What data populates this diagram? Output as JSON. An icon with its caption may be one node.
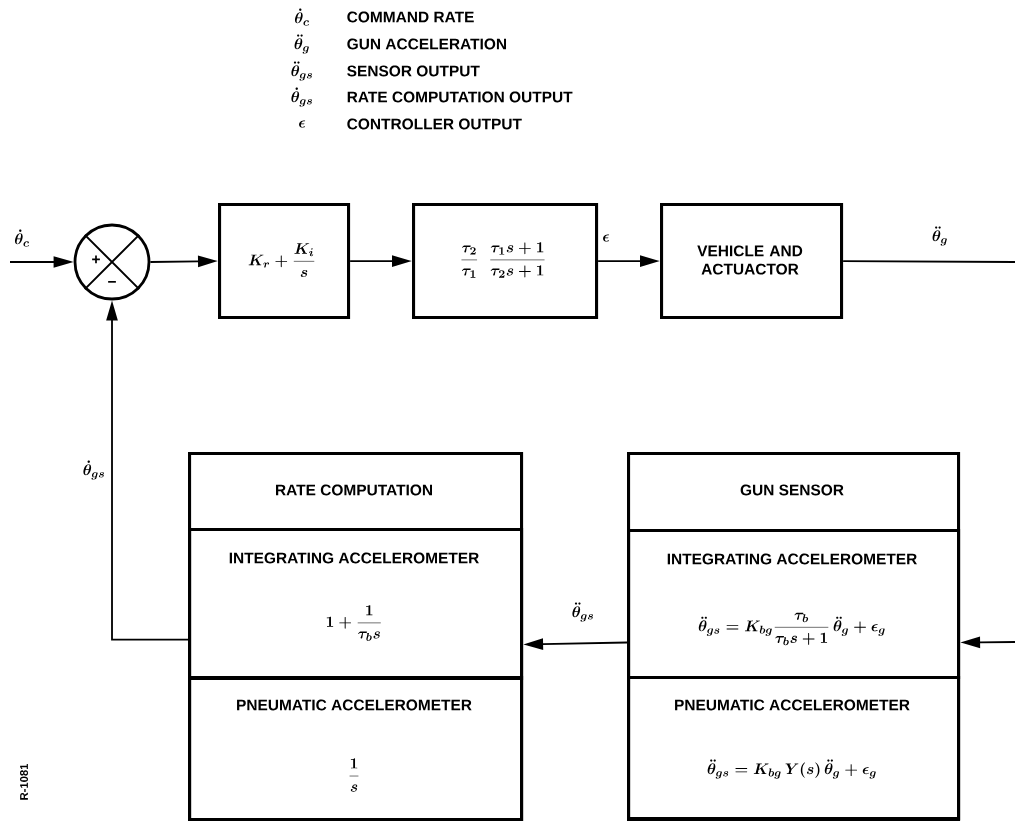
{
  "diagram": {
    "nodes": [
      {
        "text": [
          "+",
          "−"
        ]
      },
      {
        "text": [
          "K_r+\\frac{K_i}{s}"
        ]
      },
      {
        "text": [
          "\\frac{\\tau_2}{\\tau_1}\\;\\;\\frac{\\tau_1 s+1}{\\tau_2 s+1}"
        ]
      },
      {
        "text": [
          "VEHICLE AND ACTUACTOR"
        ]
      },
      {
        "text": [
          "RATE COMPUTATION"
        ]
      },
      {
        "text": [
          "INTEGRATING ACCELEROMETER",
          "1+\\frac{1}{\\tau_b s}"
        ],
        "in": 4
      },
      {
        "text": [
          "PNEUMATIC ACCELEROMETER",
          "\\frac{1}{s}"
        ],
        "in": 4
      },
      {
        "text": [
          "GUN SENSOR"
        ]
      },
      {
        "text": [
          "INTEGRATING ACCELEROMETER",
          "\\ddot{\\theta}_{gs}=K_{bg}\\frac{\\tau_b}{\\tau_b s+1}\\,\\ddot{\\theta}_g+\\epsilon_g"
        ],
        "in": 7
      },
      {
        "text": [
          "PNEUMATIC ACCELEROMETER",
          "\\ddot{\\theta}_{gs}=K_{bg}\\,Y(s)\\,\\ddot{\\theta}_g+\\epsilon_g"
        ],
        "in": 7
      }
    ],
    "edges": [
      {
        "from": null,
        "to": 0,
        "arrow": "to",
        "label": "\\dot{\\theta}_c"
      },
      {
        "from": 0,
        "to": 1,
        "arrow": "to"
      },
      {
        "from": 1,
        "to": 2,
        "arrow": "to"
      },
      {
        "from": 2,
        "to": 3,
        "arrow": "to",
        "label": "\\epsilon"
      },
      {
        "from": 3,
        "to": null,
        "arrow": "none",
        "label": "\\ddot{\\theta}_g"
      },
      {
        "from": null,
        "to": 8,
        "arrow": "to"
      },
      {
        "from": 8,
        "to": 5,
        "arrow": "to",
        "label": "\\ddot{\\theta}_{gs}"
      },
      {
        "from": 5,
        "to": 0,
        "arrow": "to",
        "label": "\\dot{\\theta}_{gs}"
      }
    ],
    "labels": [
      "\\dot{\\theta}_c",
      "COMMAND RATE",
      "\\ddot{\\theta}_g",
      "GUN ACCELERATION",
      "\\ddot{\\theta}_{gs}",
      "SENSOR OUTPUT",
      "\\dot{\\theta}_{gs}",
      "RATE COMPUTATION OUTPUT",
      "\\epsilon",
      "CONTROLLER OUTPUT",
      "R-1081"
    ]
  }
}
